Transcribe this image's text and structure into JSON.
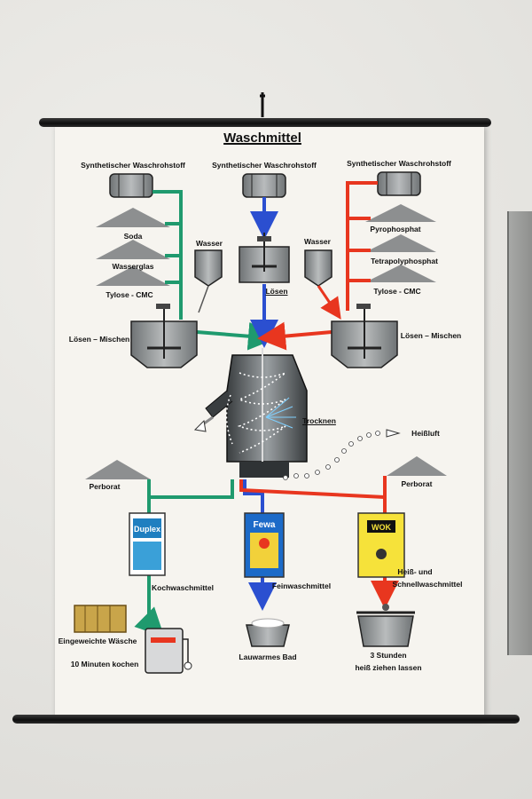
{
  "title": "Waschmittel",
  "raw_material_left": "Synthetischer Waschrohstoff",
  "raw_material_center": "Synthetischer Waschrohstoff",
  "raw_material_right": "Synthetischer Waschrohstoff",
  "left_inputs": [
    "Soda",
    "Wasserglas",
    "Tylose - CMC"
  ],
  "right_inputs": [
    "Pyrophosphat",
    "Tetrapolyphosphat",
    "Tylose - CMC"
  ],
  "water_left": "Wasser",
  "water_right": "Wasser",
  "dissolve_center": "Lösen",
  "dissolve_mix_left": "Lösen – Mischen",
  "dissolve_mix_right": "Lösen – Mischen",
  "drying": "Trocknen",
  "hot_air": "Heißluft",
  "perborate_left": "Perborat",
  "perborate_right": "Perborat",
  "products": {
    "left": {
      "brand": "Duplex",
      "label": "Kochwaschmittel"
    },
    "center": {
      "brand": "Fewa",
      "label": "Feinwaschmittel"
    },
    "right": {
      "brand": "WOK",
      "label_line1": "Heiß- und",
      "label_line2": "Schnellwaschmittel"
    }
  },
  "usage": {
    "left_line1": "Eingeweichte Wäsche",
    "left_line2": "10 Minuten kochen",
    "center": "Lauwarmes Bad",
    "right_line1": "3 Stunden",
    "right_line2": "heiß ziehen lassen"
  },
  "colors": {
    "green": "#1f9a6e",
    "blue": "#2b4fd0",
    "red": "#e8361f",
    "machine": "#8f9294",
    "dark": "#2f3335"
  }
}
